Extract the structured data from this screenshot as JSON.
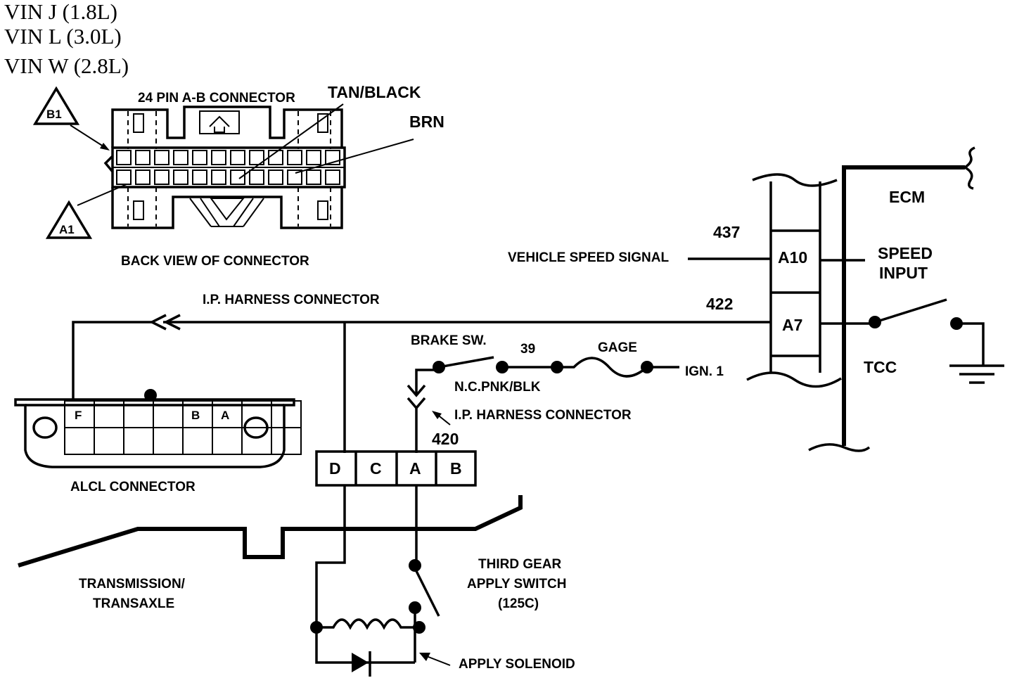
{
  "header": {
    "vin_lines": [
      "VIN  J  (1.8L)",
      "VIN  L  (3.0L)",
      "VIN  W  (2.8L)"
    ]
  },
  "connector_24pin": {
    "title": "24 PIN A-B  CONNECTOR",
    "caption": "BACK VIEW OF CONNECTOR",
    "label_b1": "B1",
    "label_a1": "A1",
    "wire_tan_black": "TAN/BLACK",
    "wire_brn": "BRN"
  },
  "ecm": {
    "title": "ECM",
    "speed_input": [
      "SPEED",
      "INPUT"
    ],
    "pin_a10": "A10",
    "pin_a7": "A7",
    "tcc": "TCC"
  },
  "circuits": {
    "c437": "437",
    "c422": "422",
    "c39": "39",
    "c420": "420",
    "vehicle_speed_signal": "VEHICLE SPEED SIGNAL",
    "ip_harness_top": "I.P. HARNESS CONNECTOR",
    "ip_harness_mid": "I.P. HARNESS CONNECTOR",
    "brake_sw": "BRAKE SW.",
    "nc_pnk_blk": "N.C.PNK/BLK",
    "gage": "GAGE",
    "ign1": "IGN. 1"
  },
  "alcl": {
    "caption": "ALCL CONNECTOR",
    "pin_f": "F",
    "pin_b": "B",
    "pin_a": "A"
  },
  "trans_connector": {
    "pins": [
      "D",
      "C",
      "A",
      "B"
    ]
  },
  "transmission": {
    "label": [
      "TRANSMISSION/",
      "TRANSAXLE"
    ],
    "third_gear": [
      "THIRD GEAR",
      "APPLY SWITCH",
      "(125C)"
    ],
    "apply_solenoid": "APPLY SOLENOID"
  }
}
